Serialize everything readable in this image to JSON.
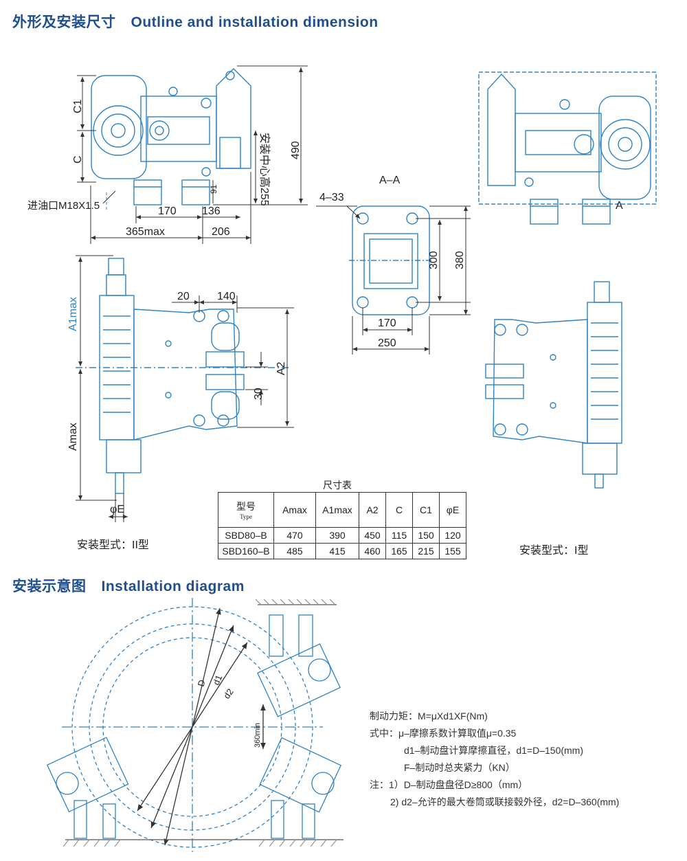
{
  "headings": {
    "outline_cn": "外形及安装尺寸",
    "outline_en": "Outline and installation dimension",
    "install_cn": "安装示意图",
    "install_en": "Installation diagram"
  },
  "top_view": {
    "dims": {
      "c1": "C1",
      "c": "C",
      "h490": "490",
      "h91": "91",
      "center_height": "安装中心高255",
      "oil_inlet": "进油口M18X1.5",
      "w170": "170",
      "w136": "136",
      "w365": "365max",
      "w206": "206"
    }
  },
  "section_aa": {
    "title": "A–A",
    "holes": "4–33",
    "h300": "300",
    "h380": "380",
    "w170": "170",
    "w250": "250"
  },
  "side_right_label": "A",
  "front_view": {
    "dims": {
      "a1max": "A1max",
      "amax": "Amax",
      "a2": "A2",
      "w20": "20",
      "w140": "140",
      "h30": "30",
      "phie": "φE"
    },
    "caption": "安装型式：II型"
  },
  "type1_caption": "安装型式：I型",
  "size_table": {
    "title": "尺寸表",
    "header_model": "型号",
    "header_type": "Type",
    "columns": [
      "Amax",
      "A1max",
      "A2",
      "C",
      "C1",
      "φE"
    ],
    "rows": [
      {
        "model": "SBD80–B",
        "values": [
          "470",
          "390",
          "450",
          "115",
          "150",
          "120"
        ]
      },
      {
        "model": "SBD160–B",
        "values": [
          "485",
          "415",
          "460",
          "165",
          "215",
          "155"
        ]
      }
    ]
  },
  "install_diagram": {
    "labels": {
      "D": "D",
      "d1": "d1",
      "d2": "d2",
      "min360": "360min"
    }
  },
  "formula": {
    "line1": "制动力矩：M=μXd1XF(Nm)",
    "line2": "式中：μ–摩擦系数计算取值μ=0.35",
    "line3": "d1–制动盘计算摩擦直径，d1=D–150(mm)",
    "line4": "F–制动时总夹紧力（KN）",
    "line5": "注：1）D–制动盘盘径D≥800（mm）",
    "line6": "2) d2–允许的最大卷筒或联接毂外径，d2=D–360(mm)"
  },
  "colors": {
    "heading": "#1f4f8f",
    "drawing": "#2e83c6",
    "dim_line": "#333333"
  }
}
